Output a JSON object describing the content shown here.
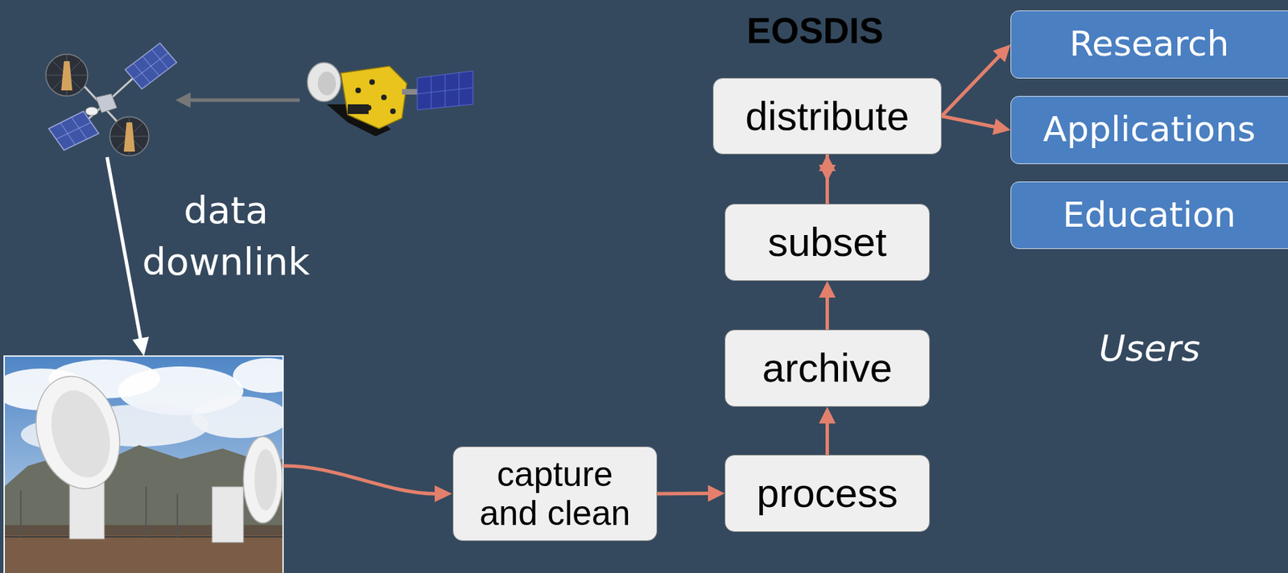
{
  "diagram": {
    "nodes": [
      {
        "text": [
          "EOSDIS"
        ]
      },
      {
        "text": [
          "capture and clean"
        ],
        "in": 0
      },
      {
        "text": [
          "process"
        ],
        "in": 0
      },
      {
        "text": [
          "archive"
        ],
        "in": 0
      },
      {
        "text": [
          "subset"
        ],
        "in": 0
      },
      {
        "text": [
          "distribute"
        ],
        "in": 0
      },
      {
        "text": [
          "Research"
        ]
      },
      {
        "text": [
          "Applications"
        ]
      },
      {
        "text": [
          "Education"
        ]
      }
    ],
    "edges": [
      {
        "from": 1,
        "to": 2,
        "arrow": "to"
      },
      {
        "from": 2,
        "to": 3,
        "arrow": "to"
      },
      {
        "from": 3,
        "to": 4,
        "arrow": "to"
      },
      {
        "from": 4,
        "to": 5,
        "arrow": "to"
      },
      {
        "from": 5,
        "to": 6,
        "arrow": "to"
      },
      {
        "from": 5,
        "to": 7,
        "arrow": "to"
      },
      {
        "from": 5,
        "to": 8,
        "arrow": "to"
      }
    ],
    "labels": [
      "data downlink",
      "Users"
    ]
  }
}
